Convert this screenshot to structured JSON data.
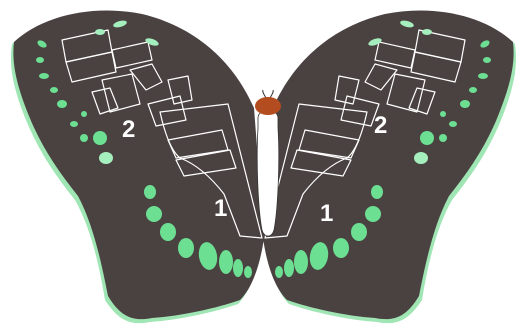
{
  "diagram": {
    "labels": {
      "left_region_1": "1",
      "left_region_2": "2",
      "right_region_1": "1",
      "right_region_2": "2"
    }
  },
  "colors": {
    "background": "#ffffff",
    "wing": "#4a4240",
    "wing_edge": "#9fe6b4",
    "spot": "#6ddf93",
    "spot_light": "#a5efbf",
    "outline": "#ffffff",
    "head": "#b34d1f",
    "body": "#ffffff",
    "body_stroke": "#333333",
    "label": "#ffffff"
  }
}
